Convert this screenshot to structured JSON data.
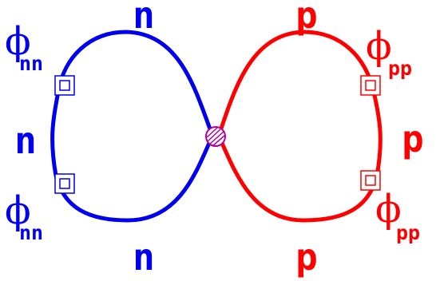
{
  "colors": {
    "neutron": "#0000ee",
    "proton": "#ff0000",
    "vertex": "#b0009a"
  },
  "labels": {
    "n_top": "n",
    "n_left": "n",
    "n_bottom": "n",
    "p_top": "p",
    "p_right": "p",
    "p_bottom": "p"
  },
  "vertices": {
    "phi_nn_top": {
      "symbol": "ϕ",
      "subscript": "nn"
    },
    "phi_nn_bottom": {
      "symbol": "ϕ",
      "subscript": "nn"
    },
    "phi_pp_top": {
      "symbol": "ϕ",
      "subscript": "pp"
    },
    "phi_pp_bottom": {
      "symbol": "ϕ",
      "subscript": "pp"
    }
  }
}
